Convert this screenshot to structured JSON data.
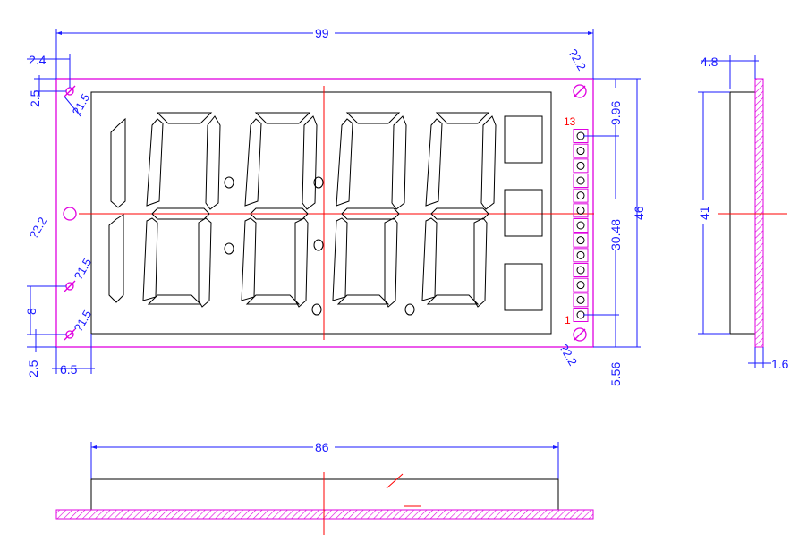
{
  "front_view": {
    "overall_width": "99",
    "mount_hole_x_top": "2.4",
    "mount_hole_y_top": "2.5",
    "hole_top_left": "?1.5",
    "hole_top_right": "?2.2",
    "hole_mid_left": "?2.2",
    "hole_low_left": "?1.5",
    "hole_bottom_left": "?1.5",
    "hole_bottom_right": "?2.2",
    "dim_bottom_gap": "2.5",
    "dim_left_gap": "6.5",
    "dim_hole_spacing": "8",
    "dim_pin_top": "9.96",
    "dim_pin_span": "30.48",
    "dim_pin_bottom": "5.56",
    "overall_height": "46",
    "pin_first": "1",
    "pin_last": "13"
  },
  "side_view": {
    "depth_top": "4.8",
    "height": "41",
    "pcb_thickness": "1.6"
  },
  "bottom_view": {
    "width": "86"
  },
  "colors": {
    "dimension": "#1a1aff",
    "outline": "#e000e0",
    "centerline": "#ff0000",
    "body": "#000000"
  }
}
